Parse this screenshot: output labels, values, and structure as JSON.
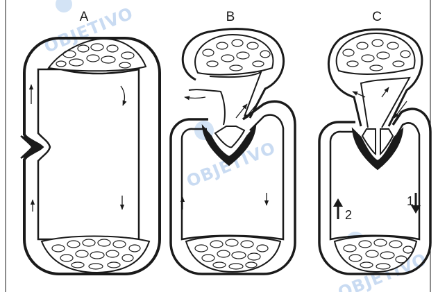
{
  "panels": [
    {
      "label": "A"
    },
    {
      "label": "B"
    },
    {
      "label": "C"
    }
  ],
  "arrow_numbers": [
    "1",
    "2"
  ],
  "watermark": "OBJETIVO",
  "colors": {
    "ink": "#1a1a1a",
    "background": "#ffffff",
    "watermark": "#bcd3ef"
  }
}
